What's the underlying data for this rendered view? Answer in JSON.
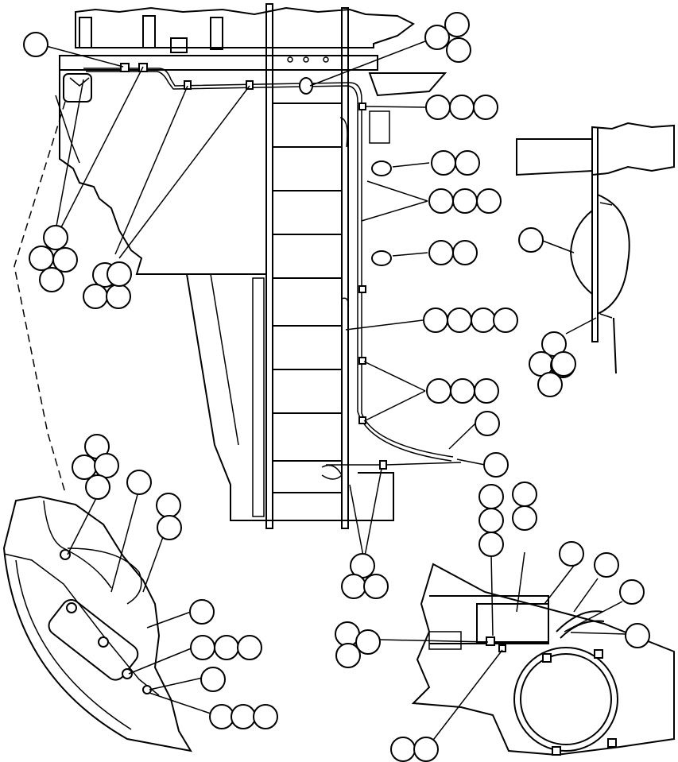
{
  "figure": {
    "kind": "exploded-parts-diagram",
    "labels_visible": false,
    "note": ""
  },
  "callout_groups": [
    {
      "id": "g01",
      "count": 1
    },
    {
      "id": "g02",
      "count": 3
    },
    {
      "id": "g03",
      "count": 3
    },
    {
      "id": "g04",
      "count": 2
    },
    {
      "id": "g05",
      "count": 3
    },
    {
      "id": "g06",
      "count": 2
    },
    {
      "id": "g07",
      "count": 1
    },
    {
      "id": "g08",
      "count": 4
    },
    {
      "id": "g09",
      "count": 3
    },
    {
      "id": "g10",
      "count": 1
    },
    {
      "id": "g11",
      "count": 1
    },
    {
      "id": "g12",
      "count": 4
    },
    {
      "id": "g13",
      "count": 4
    },
    {
      "id": "g14",
      "count": 3
    },
    {
      "id": "g15",
      "count": 4
    },
    {
      "id": "g16",
      "count": 1
    },
    {
      "id": "g17",
      "count": 2
    },
    {
      "id": "g18",
      "count": 1
    },
    {
      "id": "g19",
      "count": 3
    },
    {
      "id": "g20",
      "count": 1
    },
    {
      "id": "g21",
      "count": 3
    },
    {
      "id": "g22",
      "count": 3
    },
    {
      "id": "g23",
      "count": 3
    },
    {
      "id": "g24",
      "count": 1
    },
    {
      "id": "g25",
      "count": 1
    },
    {
      "id": "g26",
      "count": 1
    },
    {
      "id": "g27",
      "count": 1
    },
    {
      "id": "g28",
      "count": 3
    },
    {
      "id": "g29",
      "count": 2
    }
  ]
}
